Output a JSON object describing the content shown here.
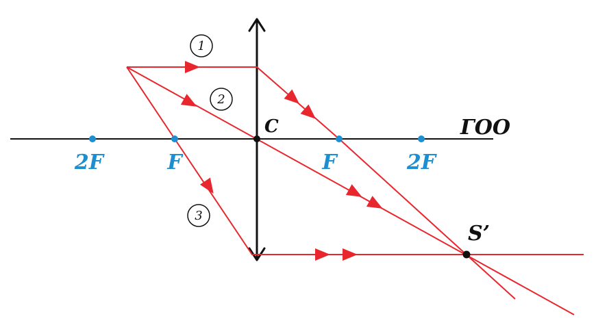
{
  "colors": {
    "ray": "#e8262d",
    "axis": "#111111",
    "focus": "#1d8fd0",
    "lens": "#111111"
  },
  "labels": {
    "center": "C",
    "axis": "ГОО",
    "image": "S’",
    "two_f_left": "2F",
    "f_left": "F",
    "f_right": "F",
    "two_f_right": "2F",
    "ray1": "1",
    "ray2": "2",
    "ray3": "3"
  }
}
